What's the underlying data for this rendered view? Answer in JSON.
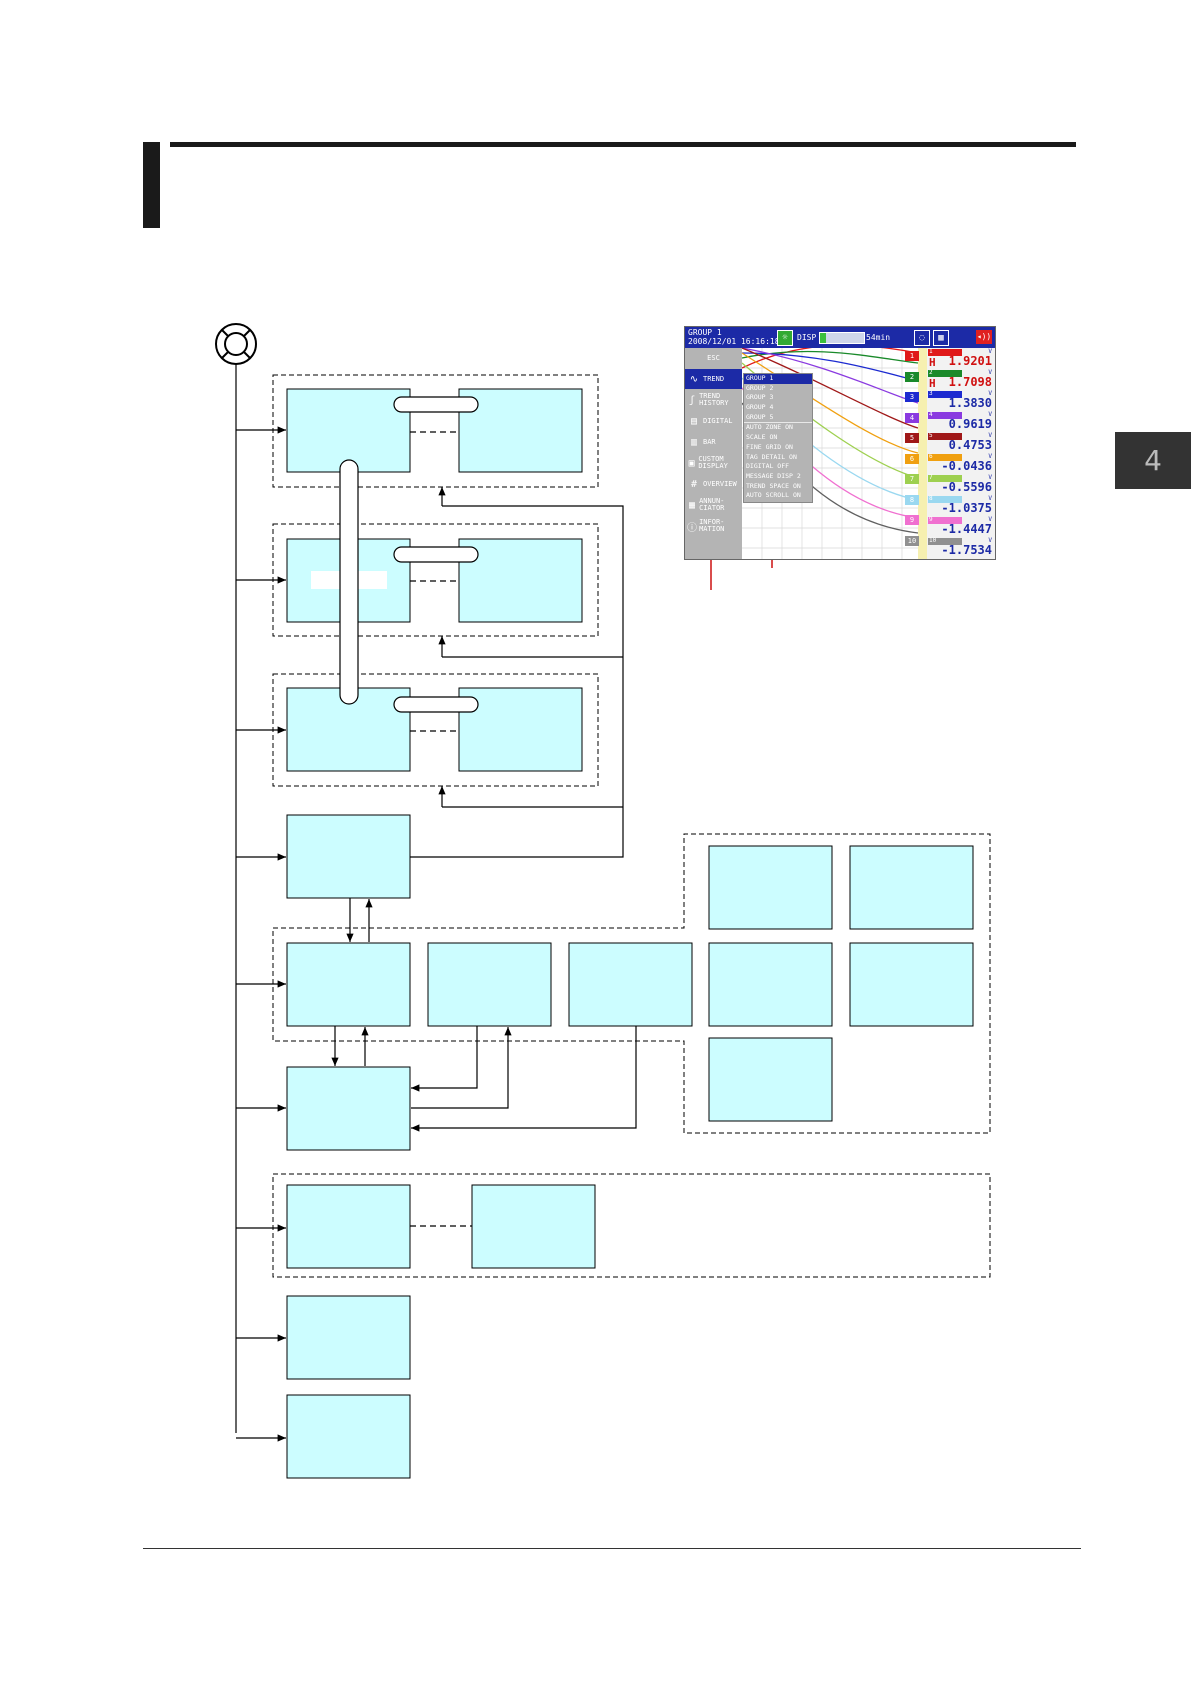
{
  "chapter": {
    "number": "4"
  },
  "screen": {
    "status": {
      "group": "GROUP 1",
      "datetime": "2008/12/01 16:16:18",
      "disp": "DISP",
      "memory_remaining": "54min",
      "alarm_icon": "alarm-speaker-icon"
    },
    "menu": [
      {
        "label": "ESC",
        "icon": ""
      },
      {
        "label": "TREND",
        "icon": "trend-icon",
        "selected": true
      },
      {
        "label": "TREND HISTORY",
        "icon": "trend-history-icon"
      },
      {
        "label": "DIGITAL",
        "icon": "digital-icon"
      },
      {
        "label": "BAR",
        "icon": "bar-icon"
      },
      {
        "label": "CUSTOM DISPLAY",
        "icon": "custom-display-icon"
      },
      {
        "label": "OVERVIEW",
        "icon": "overview-icon"
      },
      {
        "label": "ANNUN- CIATOR",
        "icon": "annunciator-icon"
      },
      {
        "label": "INFOR- MATION",
        "icon": "information-icon"
      }
    ],
    "submenu": [
      "GROUP 1",
      "GROUP 2",
      "GROUP 3",
      "GROUP 4",
      "GROUP 5",
      "AUTO ZONE ON",
      "SCALE ON",
      "FINE GRID ON",
      "TAG DETAIL ON",
      "DIGITAL OFF",
      "MESSAGE DISP 2",
      "TREND SPACE ON",
      "AUTO SCROLL ON"
    ],
    "channels": [
      {
        "index": "1",
        "unit": "V",
        "level": "H",
        "value": "1.9201",
        "color": "#e01818"
      },
      {
        "index": "2",
        "unit": "V",
        "level": "H",
        "value": "1.7098",
        "color": "#1a8a2a"
      },
      {
        "index": "3",
        "unit": "V",
        "level": "",
        "value": "1.3830",
        "color": "#1c2ad0"
      },
      {
        "index": "4",
        "unit": "V",
        "level": "",
        "value": "0.9619",
        "color": "#8a3ae0"
      },
      {
        "index": "5",
        "unit": "V",
        "level": "",
        "value": "0.4753",
        "color": "#a01818"
      },
      {
        "index": "6",
        "unit": "V",
        "level": "",
        "value": "-0.0436",
        "color": "#f0a010"
      },
      {
        "index": "7",
        "unit": "V",
        "level": "",
        "value": "-0.5596",
        "color": "#9ed050"
      },
      {
        "index": "8",
        "unit": "V",
        "level": "",
        "value": "-1.0375",
        "color": "#9ad8f0"
      },
      {
        "index": "9",
        "unit": "V",
        "level": "",
        "value": "-1.4447",
        "color": "#f070d0"
      },
      {
        "index": "10",
        "unit": "V",
        "level": "",
        "value": "-1.7534",
        "color": "#909090"
      }
    ]
  }
}
